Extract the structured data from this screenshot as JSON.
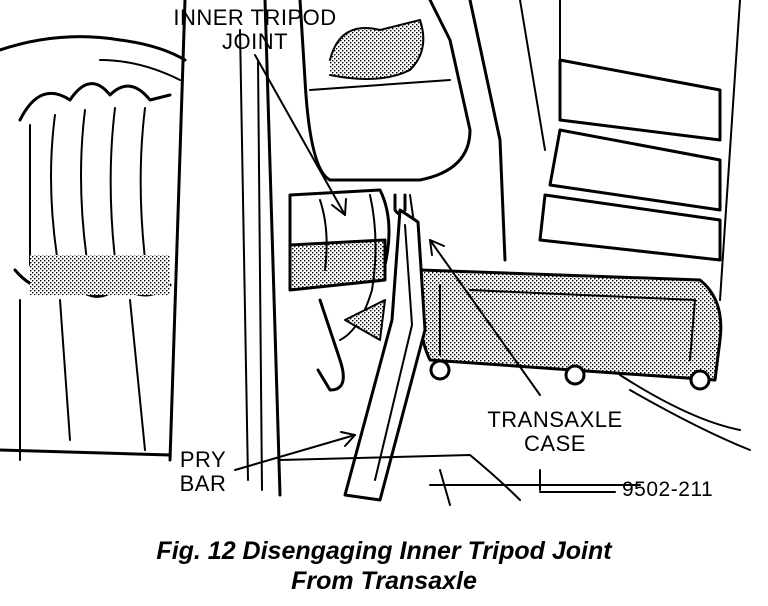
{
  "labels": {
    "inner_tripod_joint": {
      "line1": "INNER TRIPOD",
      "line2": "JOINT"
    },
    "transaxle_case": {
      "line1": "TRANSAXLE",
      "line2": "CASE"
    },
    "pry_bar": {
      "line1": "PRY",
      "line2": "BAR"
    },
    "figure_number": "9502-211"
  },
  "caption": {
    "line1": "Fig. 12 Disengaging Inner Tripod Joint",
    "line2": "From Transaxle"
  }
}
